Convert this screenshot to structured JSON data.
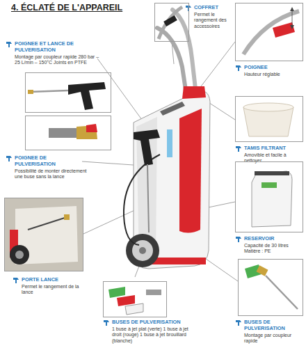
{
  "diagram": {
    "title": "4. ÉCLATÉ DE L'APPAREIL",
    "nodes": [
      {
        "text": [
          "POIGNEE ET LANCE DE PULVERISATION",
          "Montage par coupleur rapide 280 bar – 25 L/min – 150°C Joints en PTFE"
        ]
      },
      {
        "text": [
          "POIGNEE DE PULVERISATION",
          "Possibilité de monter directement une buse sans la lance"
        ]
      },
      {
        "text": [
          "COFFRET",
          "Permet le rangement des accessoires"
        ]
      },
      {
        "text": [
          "POIGNEE",
          "Hauteur réglable"
        ]
      },
      {
        "text": [
          "TAMIS FILTRANT",
          "Amovible et facile à nettoyer"
        ]
      },
      {
        "text": [
          "RESERVOIR",
          "Capacité de 30 litres Matière : PE"
        ]
      },
      {
        "text": [
          "PORTE LANCE",
          "Permet le rangement de la lance"
        ]
      },
      {
        "text": [
          "BUSES DE PULVERISATION",
          "1 buse à jet plat (verte) 1 buse à jet droit (rouge) 1 buse à jet brouillard (blanche)"
        ]
      },
      {
        "text": [
          "BUSES DE PULVERISATION",
          "Montage par coupleur rapide"
        ]
      }
    ]
  }
}
